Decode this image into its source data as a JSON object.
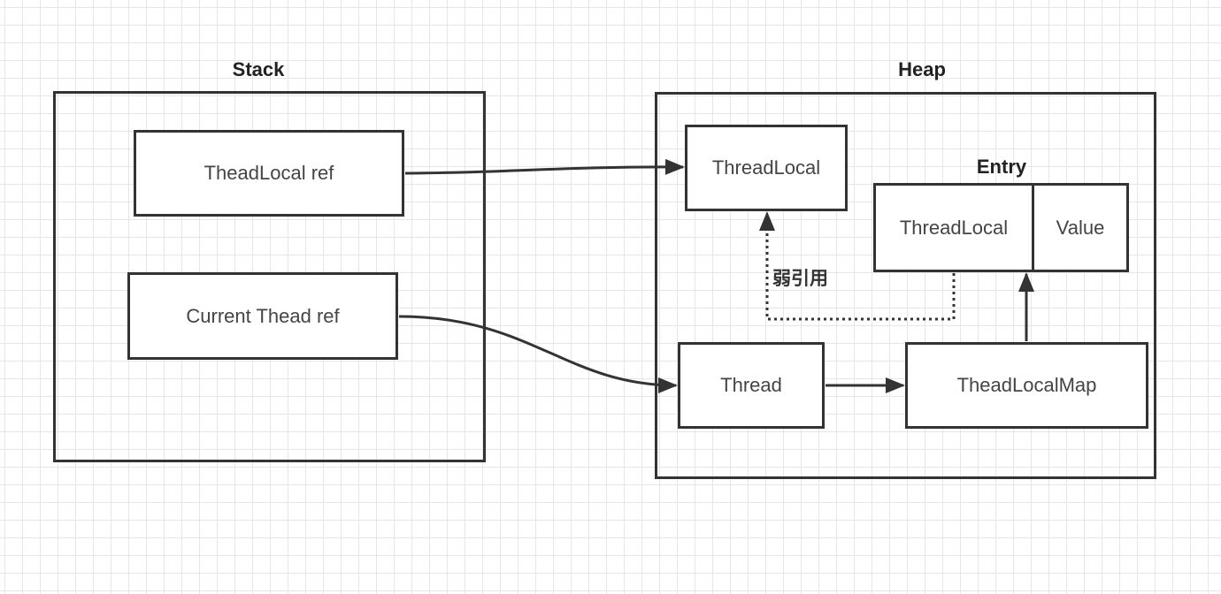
{
  "regions": {
    "stack_title": "Stack",
    "heap_title": "Heap"
  },
  "nodes": {
    "threadlocal_ref": "TheadLocal ref",
    "current_thread_ref": "Current Thead ref",
    "threadlocal": "ThreadLocal",
    "entry_title": "Entry",
    "entry_key": "ThreadLocal",
    "entry_value": "Value",
    "thread": "Thread",
    "threadlocalmap": "TheadLocalMap"
  },
  "edges": {
    "weak_reference_label": "弱引用"
  },
  "colors": {
    "stroke": "#333333",
    "grid": "#e6e6e6",
    "text": "#444444"
  }
}
